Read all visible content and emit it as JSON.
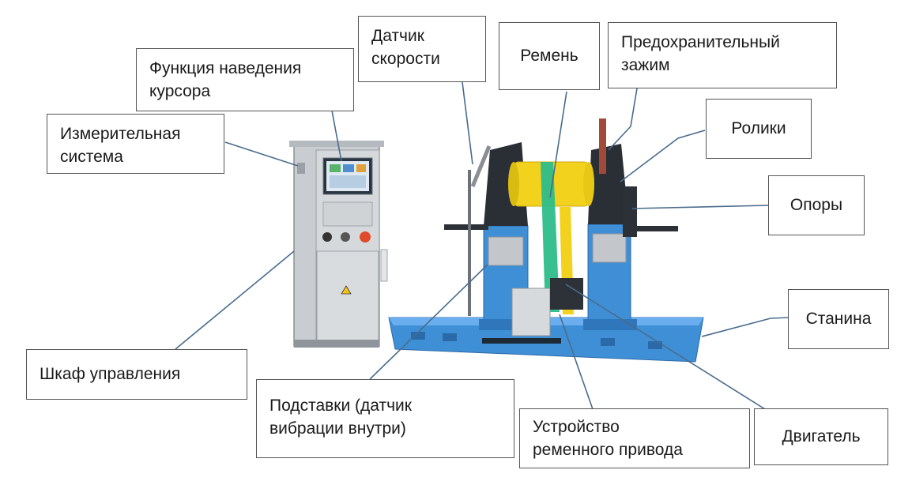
{
  "labels": {
    "cursor_function": {
      "line1": "Функция наведения",
      "line2": "курсора"
    },
    "measuring_system": {
      "line1": "Измерительная",
      "line2": "система"
    },
    "speed_sensor": {
      "line1": "Датчик",
      "line2": "скорости"
    },
    "belt": "Ремень",
    "safety_clamp": {
      "line1": "Предохранительный",
      "line2": "зажим"
    },
    "rollers": "Ролики",
    "supports": "Опоры",
    "bed": "Станина",
    "control_cabinet": "Шкаф управления",
    "stands": {
      "line1": "Подставки (датчик",
      "line2": "вибрации внутри)"
    },
    "belt_drive": {
      "line1": "Устройство",
      "line2": "ременного привода"
    },
    "motor": "Двигатель"
  },
  "colors": {
    "machine_blue": "#3f8fd6",
    "rotor_yellow": "#f2d21c",
    "belt_green": "#2dbd8a",
    "cabinet_grey": "#c8ccd0",
    "leader_line": "#4a6c8c"
  }
}
